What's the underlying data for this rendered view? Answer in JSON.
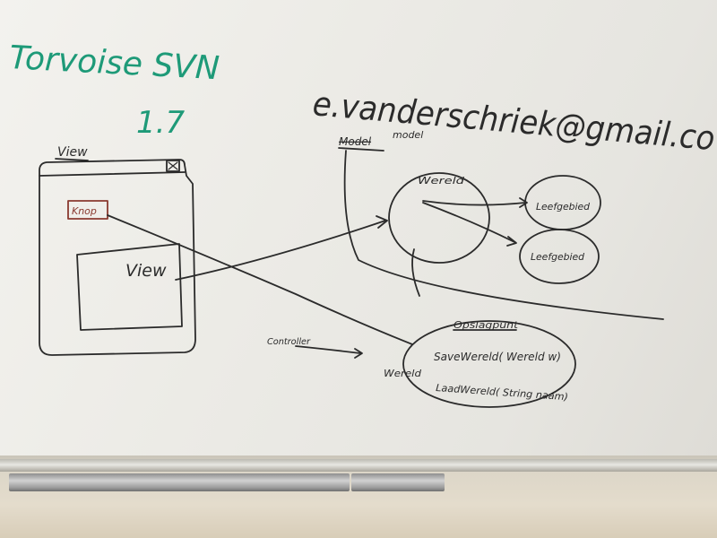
{
  "handwriting": {
    "title_line1": "Torvoise SVN",
    "title_line2": "1.7",
    "email": "e.vanderschriek@gmail.co",
    "label_view_window": "View",
    "label_knop": "Knop",
    "label_view": "View",
    "label_model_struck": "Model",
    "label_model": "model",
    "label_wereld": "Wereld",
    "label_leefgebied_1": "Leefgebied",
    "label_leefgebied_2": "Leefgebied",
    "label_controller": "Controller",
    "label_opslag": "Opslagpunt",
    "label_save": "SaveWereld( Wereld w)",
    "label_load": "LaadWereld( String naam)",
    "label_wereld_2": "Wereld"
  },
  "colors": {
    "green_marker": "#1e9a78",
    "black_marker": "#2b2b2b",
    "red_box": "#8a3a30"
  }
}
